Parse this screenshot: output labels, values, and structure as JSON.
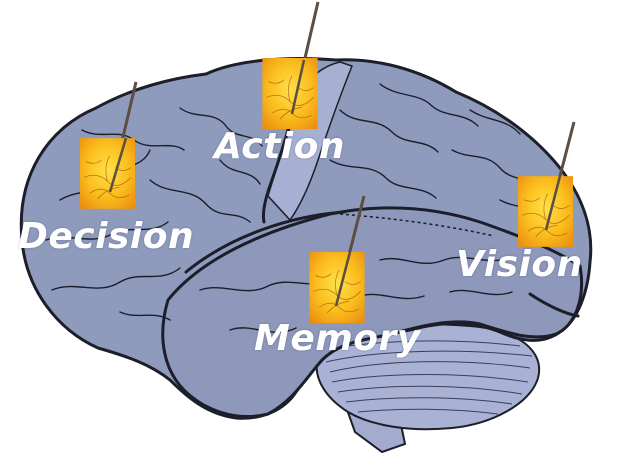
{
  "regions": [
    {
      "id": "decision",
      "label": "Decision"
    },
    {
      "id": "action",
      "label": "Action"
    },
    {
      "id": "memory",
      "label": "Memory"
    },
    {
      "id": "vision",
      "label": "Vision"
    }
  ],
  "colors": {
    "cortex_fill": "#8f9bbd",
    "cortex_light": "#a6b0d2",
    "outline": "#1c1f2a",
    "cerebellum_fill": "#a9b2d4",
    "brainstem_fill": "#a3acd0",
    "tissue_patch": "#f6b21a",
    "electrode": "#5b4e43",
    "label_text": "#ffffff"
  },
  "icons": {
    "electrode_patch": "recording-electrode-icon"
  }
}
